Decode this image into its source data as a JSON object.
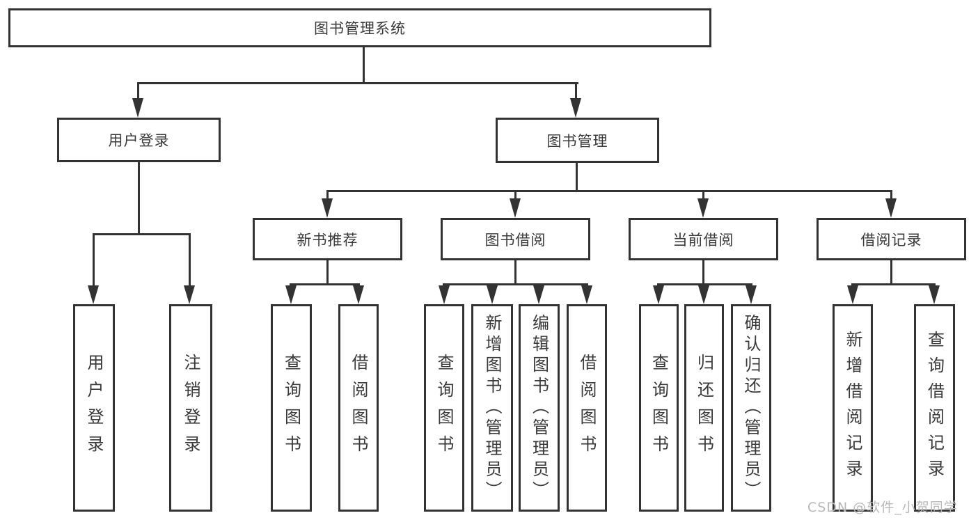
{
  "diagram": {
    "title": "图书管理系统",
    "children": [
      {
        "label": "用户登录",
        "children": [
          {
            "label": "用户登录"
          },
          {
            "label": "注销登录"
          }
        ]
      },
      {
        "label": "图书管理",
        "children": [
          {
            "label": "新书推荐",
            "children": [
              {
                "label": "查询图书"
              },
              {
                "label": "借阅图书"
              }
            ]
          },
          {
            "label": "图书借阅",
            "children": [
              {
                "label": "查询图书"
              },
              {
                "label": "新增图书（管理员）"
              },
              {
                "label": "编辑图书（管理员）"
              },
              {
                "label": "借阅图书"
              }
            ]
          },
          {
            "label": "当前借阅",
            "children": [
              {
                "label": "查询图书"
              },
              {
                "label": "归还图书"
              },
              {
                "label": "确认归还（管理员）"
              }
            ]
          },
          {
            "label": "借阅记录",
            "children": [
              {
                "label": "新增借阅记录"
              },
              {
                "label": "查询借阅记录"
              }
            ]
          }
        ]
      }
    ]
  },
  "watermark": {
    "text": "CSDN @软件_小贺同学"
  },
  "colors": {
    "line": "#333333",
    "text": "#3a3a3a",
    "watermark": "#b9b9b9",
    "background": "#ffffff"
  }
}
